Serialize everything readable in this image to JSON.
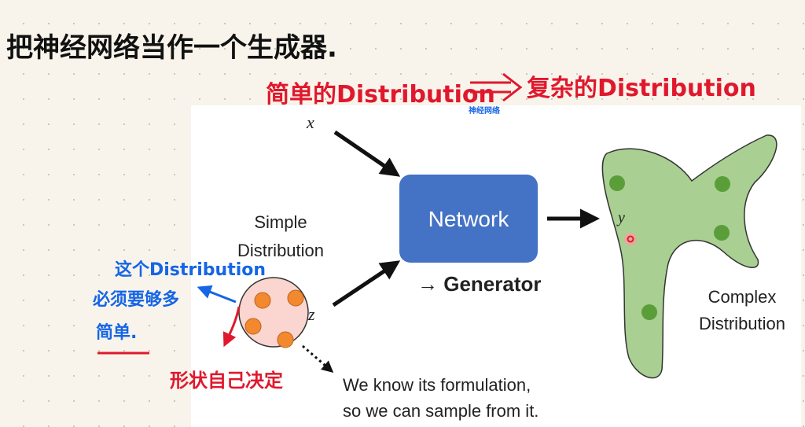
{
  "annotations": {
    "title": "把神经网络当作一个生成器.",
    "red_top_left": "简单的Distribution",
    "red_top_right": "复杂的Distribution",
    "blue_small": "神经网络",
    "blue_note_line1": "这个Distribution",
    "blue_note_line2": "必须要够多",
    "blue_note_line3": "简单.",
    "red_shape_note": "形状自己决定"
  },
  "diagram": {
    "x_label": "x",
    "z_label": "z",
    "y_label": "y",
    "network_label": "Network",
    "generator_label": "→ Generator",
    "simple_line1": "Simple",
    "simple_line2": "Distribution",
    "complex_line1": "Complex",
    "complex_line2": "Distribution",
    "know_line1": "We know its formulation,",
    "know_line2": "so we can sample from it."
  },
  "colors": {
    "network_fill": "#4472c4",
    "simple_fill": "#fbd5d0",
    "sample_dot": "#f2892f",
    "complex_fill": "#a9cf92",
    "complex_dot": "#5a9e3a",
    "red_ink": "#e0182d",
    "blue_ink": "#1565e6"
  }
}
